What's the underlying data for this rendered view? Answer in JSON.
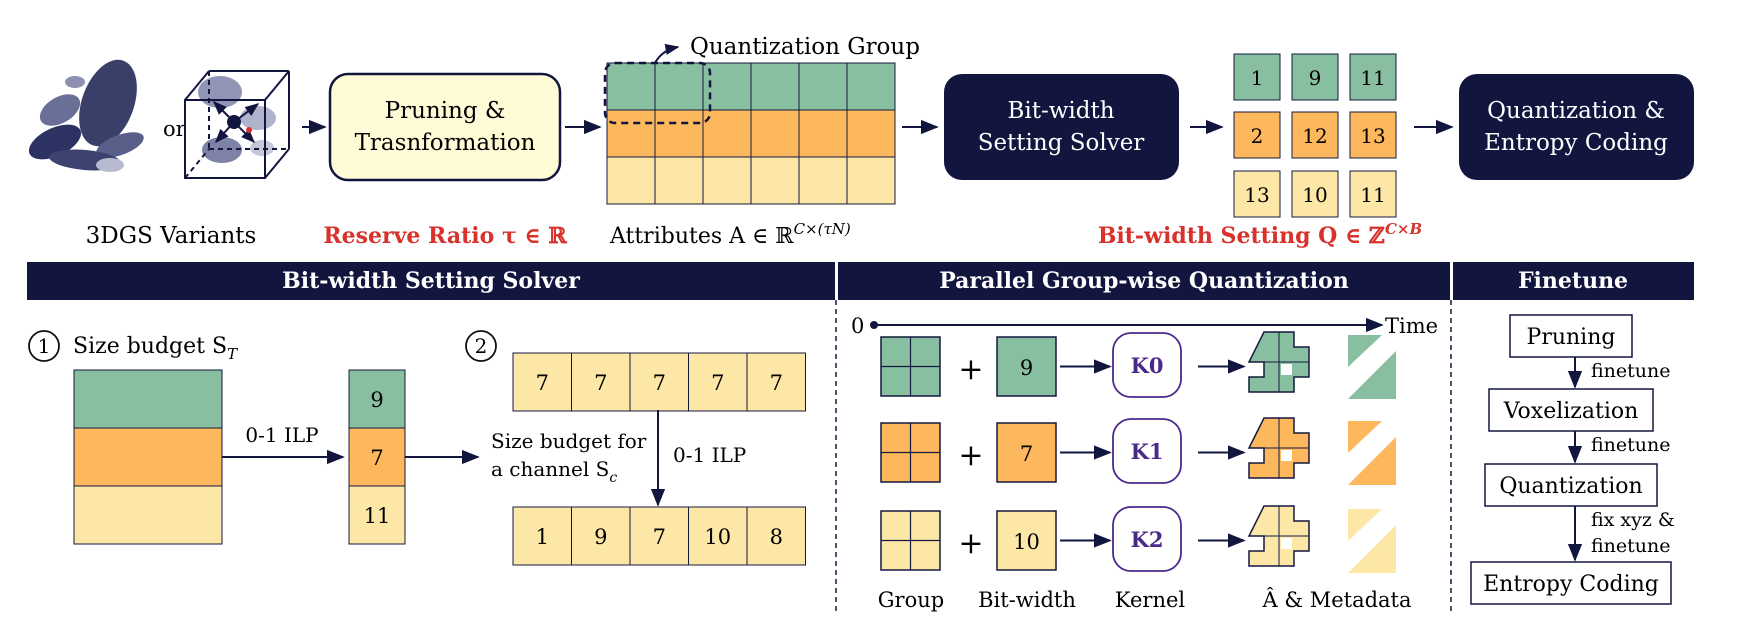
{
  "colors": {
    "navy": "#12163f",
    "green": "#88bfa1",
    "orange": "#fdb75d",
    "cream": "#fde7a6",
    "light_yellow": "#fefbd6",
    "red": "#d7322c",
    "kernel_purple": "#4a2a88",
    "cell_border": "#14183f"
  },
  "top": {
    "variants_label": "3DGS Variants",
    "or_label": "or",
    "pruning_box": [
      "Pruning &",
      "Trasnformation"
    ],
    "reserve_label": "Reserve Ratio τ ∈ ℝ",
    "quant_group_label": "Quantization Group",
    "attributes_label": "Attributes A ∈  ℝ",
    "attributes_sup": "C×(τN)",
    "solver_box": [
      "Bit-width",
      "Setting Solver"
    ],
    "bitwidth_grid": [
      [
        "1",
        "9",
        "11"
      ],
      [
        "2",
        "12",
        "13"
      ],
      [
        "13",
        "10",
        "11"
      ]
    ],
    "bitwidth_setting_label": "Bit-width Setting Q ∈  ℤ",
    "bitwidth_setting_sup": "C×B",
    "quant_box": [
      "Quantization &",
      "Entropy Coding"
    ]
  },
  "banners": {
    "solver": "Bit-width Setting Solver",
    "parallel": "Parallel Group-wise Quantization",
    "finetune": "Finetune"
  },
  "solver": {
    "step1_num": "1",
    "step1_label": "Size budget S",
    "step1_sub": "T",
    "ilp_label": "0-1 ILP",
    "column_values": [
      "9",
      "7",
      "11"
    ],
    "step2_num": "2",
    "row_top": [
      "7",
      "7",
      "7",
      "7",
      "7"
    ],
    "channel_label": [
      "Size budget for",
      "a channel S"
    ],
    "channel_sub": "c",
    "ilp_label2": "0-1 ILP",
    "row_bottom": [
      "1",
      "9",
      "7",
      "10",
      "8"
    ]
  },
  "parallel": {
    "time_zero": "0",
    "time_label": "Time",
    "rows": [
      {
        "bit": "9",
        "kernel": "K0"
      },
      {
        "bit": "7",
        "kernel": "K1"
      },
      {
        "bit": "10",
        "kernel": "K2"
      }
    ],
    "plus": "+",
    "col_labels": {
      "group": "Group",
      "bitwidth": "Bit-width",
      "kernel": "Kernel",
      "output": "Â & Metadata"
    }
  },
  "finetune": {
    "steps": [
      "Pruning",
      "Voxelization",
      "Quantization",
      "Entropy Coding"
    ],
    "edges": [
      [
        "finetune"
      ],
      [
        "finetune"
      ],
      [
        "fix xyz &",
        "finetune"
      ]
    ]
  }
}
